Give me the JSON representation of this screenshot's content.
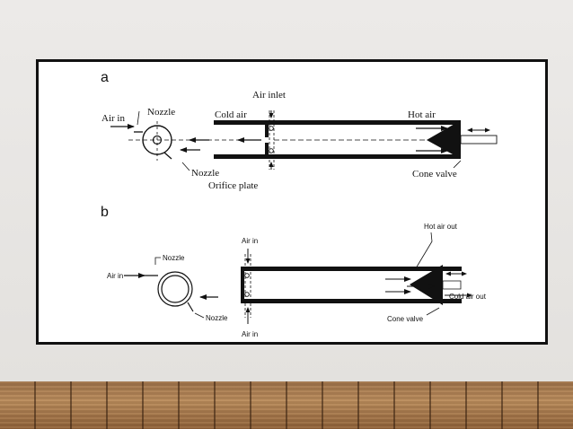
{
  "panels": {
    "a": {
      "letter": "a",
      "labels": {
        "air_in": "Air in",
        "nozzle_top": "Nozzle",
        "nozzle_bottom": "Nozzle",
        "air_inlet": "Air inlet",
        "cold_air": "Cold air",
        "hot_air": "Hot air",
        "orifice_plate": "Orifice plate",
        "cone_valve": "Cone valve"
      }
    },
    "b": {
      "letter": "b",
      "labels": {
        "air_in_left": "Air in",
        "nozzle_top": "Nozzle",
        "nozzle_bottom": "Nozzle",
        "air_in_top": "Air in",
        "air_in_bottom": "Air in",
        "hot_air_out": "Hot air out",
        "cold_air_out": "Cold air out",
        "cone_valve": "Cone valve"
      }
    }
  },
  "colors": {
    "wall": "#e6e5e3",
    "frame_border": "#111111",
    "diagram_ink": "#111111",
    "floor": "#a57a4e"
  }
}
